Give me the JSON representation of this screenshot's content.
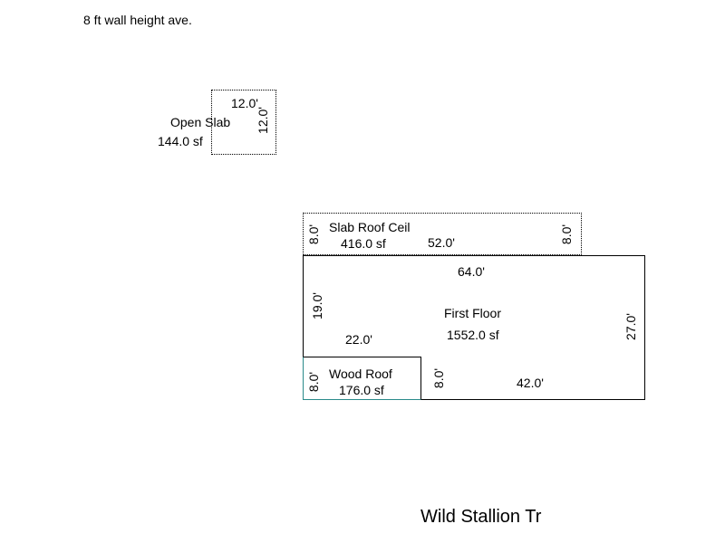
{
  "note": "8 ft wall height ave.",
  "street": "Wild Stallion Tr",
  "open_slab": {
    "label": "Open Slab",
    "area": "144.0 sf",
    "top": "12.0'",
    "right": "12.0'"
  },
  "slab_roof": {
    "label": "Slab Roof Ceil",
    "area": "416.0 sf",
    "bottom": "52.0'",
    "left": "8.0'",
    "right": "8.0'"
  },
  "first_floor": {
    "label": "First Floor",
    "area": "1552.0 sf",
    "top": "64.0'",
    "left_upper": "19.0'",
    "right": "27.0'",
    "notch_top": "22.0'",
    "notch_right": "8.0'",
    "bottom": "42.0'"
  },
  "wood_roof": {
    "label": "Wood Roof",
    "area": "176.0 sf",
    "left": "8.0'"
  },
  "colors": {
    "line": "#000000",
    "wood_roof_edge": "#2a8a8a"
  }
}
